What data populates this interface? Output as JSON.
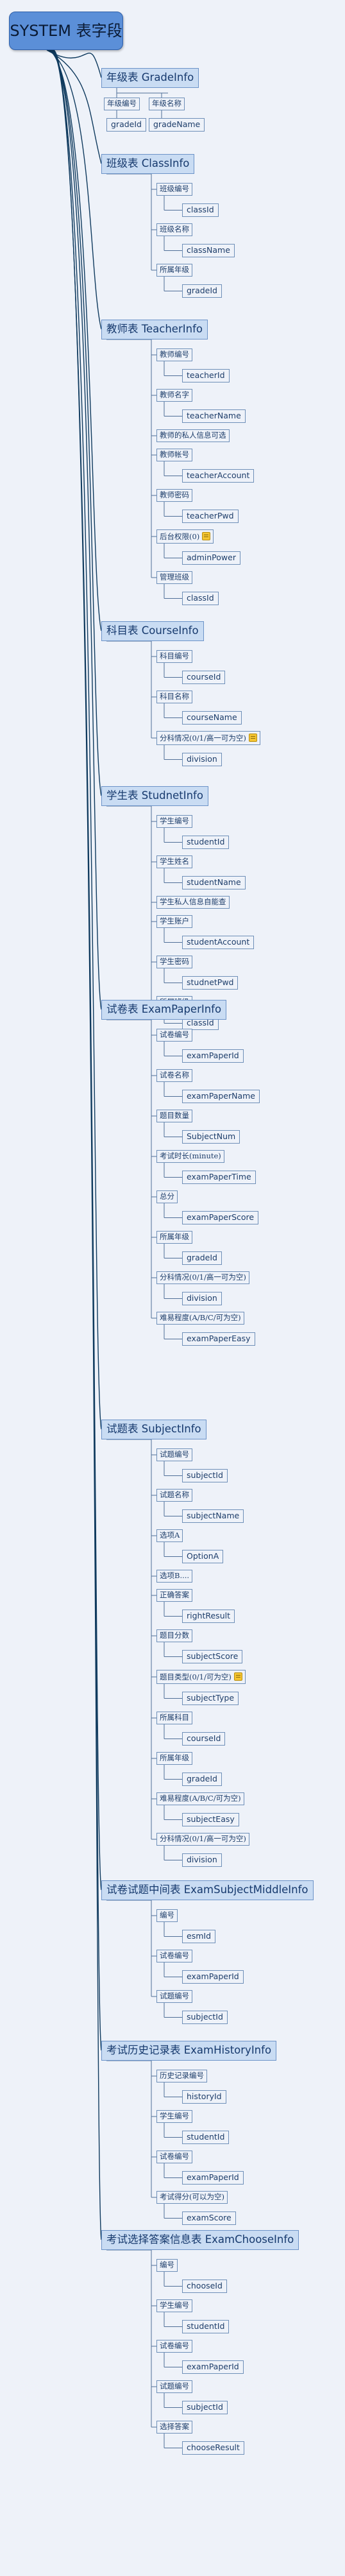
{
  "title": "SYSTEM  表字段",
  "tables": [
    {
      "name": "年级表 GradeInfo",
      "layout": "horizontal",
      "fields": [
        {
          "label": "年级编号",
          "column": "gradeId"
        },
        {
          "label": "年级名称",
          "column": "gradeName"
        }
      ]
    },
    {
      "name": "班级表 ClassInfo",
      "fields": [
        {
          "label": "班级编号",
          "column": "classId"
        },
        {
          "label": "班级名称",
          "column": "className"
        },
        {
          "label": "所属年级",
          "column": "gradeId"
        }
      ]
    },
    {
      "name": "教师表 TeacherInfo",
      "fields": [
        {
          "label": "教师编号",
          "column": "teacherId"
        },
        {
          "label": "教师名字",
          "column": "teacherName"
        },
        {
          "label": "教师的私人信息可选",
          "column": ""
        },
        {
          "label": "教师帐号",
          "column": "teacherAccount"
        },
        {
          "label": "教师密码",
          "column": "teacherPwd"
        },
        {
          "label": "后台权限(0)",
          "column": "adminPower",
          "note": true
        },
        {
          "label": "管理班级",
          "column": "classId"
        }
      ]
    },
    {
      "name": "科目表 CourseInfo",
      "fields": [
        {
          "label": "科目编号",
          "column": "courseId"
        },
        {
          "label": "科目名称",
          "column": "courseName"
        },
        {
          "label": "分科情况(0/1/高一可为空)",
          "column": "division",
          "note": true
        }
      ]
    },
    {
      "name": "学生表 StudnetInfo",
      "fields": [
        {
          "label": "学生编号",
          "column": "studentId"
        },
        {
          "label": "学生姓名",
          "column": "studentName"
        },
        {
          "label": "学生私人信息自能查",
          "column": ""
        },
        {
          "label": "学生账户",
          "column": "studentAccount"
        },
        {
          "label": "学生密码",
          "column": "studnetPwd"
        },
        {
          "label": "所属班级",
          "column": "classId"
        }
      ]
    },
    {
      "name": "试卷表 ExamPaperInfo",
      "fields": [
        {
          "label": "试卷编号",
          "column": "examPaperId"
        },
        {
          "label": "试卷名称",
          "column": "examPaperName"
        },
        {
          "label": "题目数量",
          "column": "SubjectNum"
        },
        {
          "label": "考试时长(minute)",
          "column": "examPaperTime"
        },
        {
          "label": "总分",
          "column": "examPaperScore"
        },
        {
          "label": "所属年级",
          "column": "gradeId"
        },
        {
          "label": "分科情况(0/1/高一可为空)",
          "column": "division"
        },
        {
          "label": "难易程度(A/B/C/可为空)",
          "column": "examPaperEasy"
        }
      ]
    },
    {
      "name": "试题表 SubjectInfo",
      "fields": [
        {
          "label": "试题编号",
          "column": "subjectId"
        },
        {
          "label": "试题名称",
          "column": "subjectName"
        },
        {
          "label": "选项A",
          "column": "OptionA"
        },
        {
          "label": "选项B....",
          "column": ""
        },
        {
          "label": "正确答案",
          "column": "rightResult"
        },
        {
          "label": "题目分数",
          "column": "subjectScore"
        },
        {
          "label": "题目类型(0/1/可为空)",
          "column": "subjectType",
          "note": true
        },
        {
          "label": "所属科目",
          "column": "courseId"
        },
        {
          "label": "所属年级",
          "column": "gradeId"
        },
        {
          "label": "难易程度(A/B/C/可为空)",
          "column": "subjectEasy"
        },
        {
          "label": "分科情况(0/1/高一可为空)",
          "column": "division"
        }
      ]
    },
    {
      "name": "试卷试题中间表 ExamSubjectMiddleInfo",
      "fields": [
        {
          "label": "编号",
          "column": "esmId"
        },
        {
          "label": "试卷编号",
          "column": "examPaperId"
        },
        {
          "label": "试题编号",
          "column": "subjectId"
        }
      ]
    },
    {
      "name": "考试历史记录表 ExamHistoryInfo",
      "fields": [
        {
          "label": "历史记录编号",
          "column": "historyId"
        },
        {
          "label": "学生编号",
          "column": "studentId"
        },
        {
          "label": "试卷编号",
          "column": "examPaperId"
        },
        {
          "label": "考试得分(可以为空)",
          "column": "examScore"
        }
      ]
    },
    {
      "name": "考试选择答案信息表  ExamChooseInfo",
      "fields": [
        {
          "label": "编号",
          "column": "chooseId"
        },
        {
          "label": "学生编号",
          "column": "studentId"
        },
        {
          "label": "试卷编号",
          "column": "examPaperId"
        },
        {
          "label": "试题编号",
          "column": "subjectId"
        },
        {
          "label": "选择答案",
          "column": "chooseResult"
        }
      ]
    }
  ],
  "colors": {
    "trunk": "#0f3a5e",
    "connector": "#4f6e97",
    "table_fill": "#c9dcf3",
    "root_fill": "#5b8fd8",
    "note": "#f4c431"
  }
}
